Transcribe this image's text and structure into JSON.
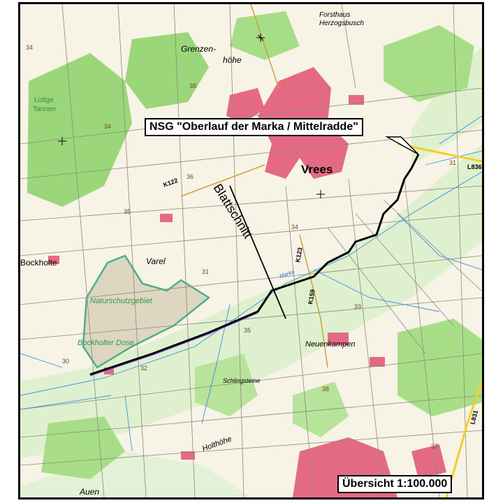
{
  "map": {
    "title": "NSG \"Oberlauf der Marka / Mittelradde\"",
    "scale": "Übersicht 1:100.000",
    "section_label": "Blattschnitt",
    "places": {
      "vrees": "Vrees",
      "grenzen": "Grenzen-",
      "hoehe": "höhe",
      "forsthaus": "Forsthaus",
      "herzogsbusch": "Herzogsbusch",
      "luttge": "Lüttge",
      "tannen": "Tannen",
      "varel": "Varel",
      "bockholte": "Bockholte",
      "neuenkampen": "Neuenkampen",
      "schlingsteine": "Schlingsteine",
      "holthohe": "Holthöhe",
      "auen": "Auen",
      "nsg1": "Naturschutzgebiet",
      "nsg2": "Bockholter Dose",
      "marka": "Marka"
    },
    "roads": {
      "k122": "K122",
      "k123": "K123",
      "k159": "K159",
      "l836": "L836",
      "l831": "L831"
    },
    "elevations": {
      "e34a": "34",
      "e34b": "34",
      "e34c": "34",
      "e35a": "35",
      "e35b": "35",
      "e36": "36",
      "e38a": "38",
      "e38b": "38",
      "e31a": "31",
      "e31b": "31",
      "e32": "32",
      "e30": "30",
      "e37": "37",
      "e33": "33"
    },
    "colors": {
      "paper": "#f7f3e6",
      "forest": "#8ccf6a",
      "meadow": "#d9efc8",
      "settlement": "#e0607a",
      "water": "#2a6fd6",
      "road": "#f4d020",
      "boundary": "#000000",
      "nsg_area": "#ddd6c0"
    }
  }
}
